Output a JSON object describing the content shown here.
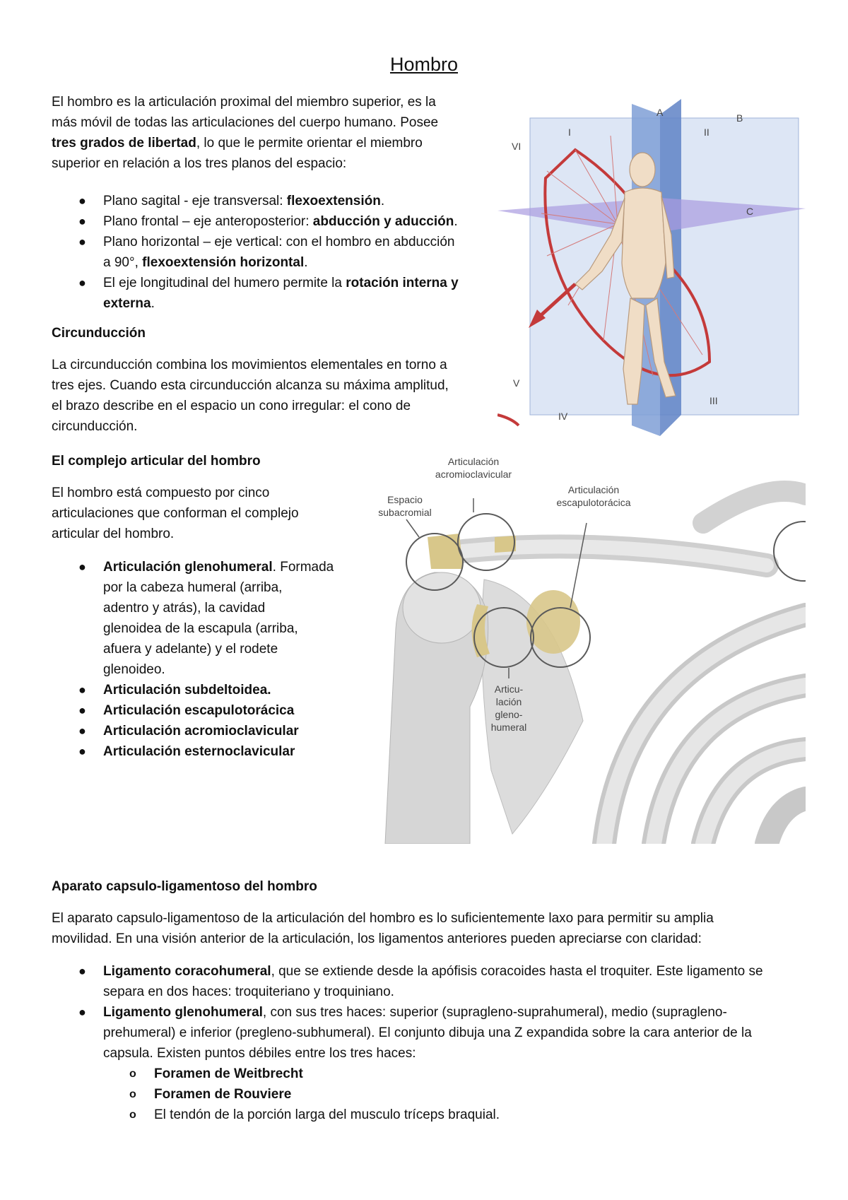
{
  "title": "Hombro",
  "intro": {
    "p1": "El hombro es la articulación proximal del miembro superior, es la",
    "p2": "más móvil de todas las articulaciones del cuerpo humano. Posee",
    "p3_bold": "tres grados de libertad",
    "p3_rest": ", lo que le permite orientar el miembro",
    "p4": "superior en relación a los tres planos del espacio:"
  },
  "planes": [
    {
      "text": "Plano sagital - eje transversal: ",
      "bold": "flexoextensión",
      "after": "."
    },
    {
      "text": "Plano frontal – eje anteroposterior: ",
      "bold": "abducción y aducción",
      "after": "."
    },
    {
      "text": "Plano horizontal – eje vertical: con el hombro en abducción",
      "line2": "a 90°, ",
      "bold": "flexoextensión horizontal",
      "after": "."
    },
    {
      "text": "El eje longitudinal del humero permite la ",
      "bold": "rotación interna y",
      "bold2": "externa",
      "after": "."
    }
  ],
  "circunduccion": {
    "heading": "Circunducción",
    "lines": [
      "La circunducción combina los movimientos elementales en torno a",
      "tres ejes. Cuando esta circunducción alcanza su máxima amplitud,",
      "el brazo describe en el espacio un cono irregular: el cono de",
      "circunducción."
    ]
  },
  "complejo": {
    "heading": "El complejo articular del hombro",
    "lines": [
      "El hombro está compuesto por cinco",
      "articulaciones que conforman el complejo",
      "articular del hombro."
    ],
    "glenohumeral": {
      "bold": "Articulación glenohumeral",
      "lines": [
        ". Formada",
        "por la cabeza humeral (arriba,",
        "adentro y atrás), la cavidad",
        "glenoidea de la escapula (arriba,",
        "afuera y adelante) y el rodete",
        "glenoideo."
      ]
    },
    "items": [
      "Articulación subdeltoidea.",
      "Articulación escapulotorácica",
      "Articulación acromioclavicular",
      "Articulación esternoclavicular"
    ]
  },
  "figure1": {
    "labels": [
      "VI",
      "I",
      "A",
      "II",
      "B",
      "C",
      "V",
      "IV",
      "III"
    ]
  },
  "figure2": {
    "label_espacio_1": "Espacio",
    "label_espacio_2": "subacromial",
    "label_acromio_1": "Articulación",
    "label_acromio_2": "acromioclavicular",
    "label_escapulo_1": "Articulación",
    "label_escapulo_2": "escapulotorácica",
    "label_gleno_1": "Articu-",
    "label_gleno_2": "lación",
    "label_gleno_3": "gleno-",
    "label_gleno_4": "humeral"
  },
  "aparato": {
    "heading": "Aparato capsulo-ligamentoso del hombro",
    "lines": [
      "El aparato capsulo-ligamentoso de la articulación del hombro es lo suficientemente laxo para permitir su amplia",
      "movilidad. En una visión anterior de la articulación, los ligamentos anteriores pueden apreciarse con claridad:"
    ],
    "coracohumeral": {
      "bold": "Ligamento coracohumeral",
      "line1": ", que se extiende desde la apófisis coracoides hasta el troquiter. Este ligamento se",
      "line2": "separa en dos haces: troquiteriano y troquiniano."
    },
    "glenohumeral": {
      "bold": "Ligamento glenohumeral",
      "line1": ", con sus tres haces: superior (supragleno-suprahumeral), medio (supragleno-",
      "line2": "prehumeral) e inferior (pregleno-subhumeral). El conjunto dibuja una Z expandida sobre la cara anterior de la",
      "line3": "capsula. Existen puntos débiles entre los tres haces:"
    },
    "sub_items": [
      {
        "bold": "Foramen de Weitbrecht",
        "text": ""
      },
      {
        "bold": "Foramen de Rouviere",
        "text": ""
      },
      {
        "bold": "",
        "text": "El tendón de la porción larga del musculo tríceps braquial."
      }
    ]
  },
  "colors": {
    "plane_blue": "#7f9fd6",
    "plane_purple": "#a99be0",
    "arrow_red": "#c43a3a",
    "bone": "#d8c78a"
  }
}
